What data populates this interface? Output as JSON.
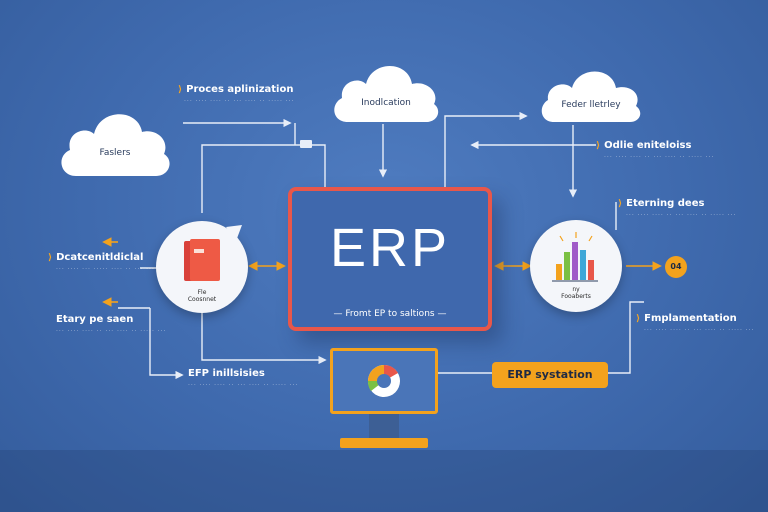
{
  "erp": {
    "title": "ERP",
    "tagline": "Fromt EP to saltions"
  },
  "clouds": {
    "left": "Faslers",
    "top": "Inodlcation",
    "right": "Feder lletrley"
  },
  "nodes": {
    "left_label": "Fle\nCoosnnet",
    "right_label": "ny\nFooaberts"
  },
  "annotations": {
    "process": {
      "title": "Proces aplinization",
      "subtitle": "··· ···· ···· ·· ··· ···· ·· ····· ···"
    },
    "decent": {
      "title": "Dcatcenitldiclal",
      "subtitle": "··· ···· ··· ····· ···· ·· ··· ···"
    },
    "story": {
      "title": "Etary pe saen",
      "subtitle": "··· ···· ···· ·· ··· ···· ·· ····· ···"
    },
    "efp": {
      "title": "EFP inillsisies",
      "subtitle": "··· ···· ···· ·· ··· ···· ·· ····· ···"
    },
    "odlie": {
      "title": "Odlie eniteloiss",
      "subtitle": "··· ···· ···· ·· ··· ···· ·· ····· ···"
    },
    "etern": {
      "title": "Eterning dees",
      "subtitle": "··· ···· ···· ·· ··· ···· ·· ····· ···"
    },
    "impl": {
      "title": "Fmplamentation",
      "subtitle": "··· ···· ···· ·· ··· ···· ·· ····· ···"
    }
  },
  "badge": "ERP systation",
  "knob": "04",
  "colors": {
    "orange": "#f3a21d",
    "red": "#e8574a",
    "background": "#4472b5",
    "line": "#e8eef8"
  },
  "icons": [
    "cloud-icon",
    "folder-icon",
    "bar-chart-icon",
    "gear-icon",
    "arrow-icon"
  ]
}
